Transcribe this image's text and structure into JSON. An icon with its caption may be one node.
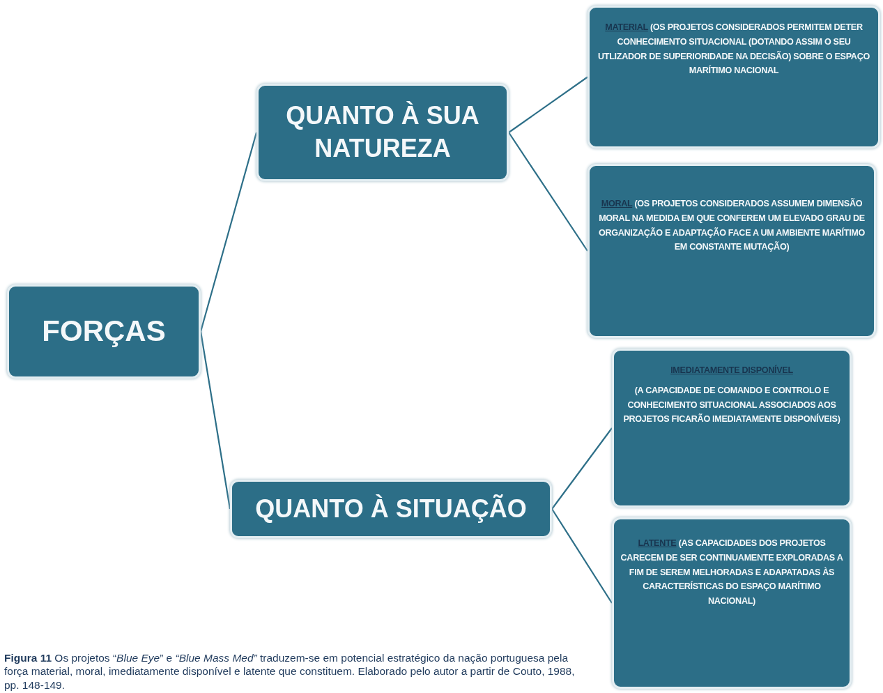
{
  "diagram": {
    "caption": "**Figura 11** Os projetos “*Blue Eye*” e *“Blue Mass Med”* traduzem-se em potencial estratégico da nação portuguesa pela força material, moral, imediatamente disponível e latente que constituem. Elaborado pelo autor a partir de Couto, 1988, pp. 148-149.",
    "nodes": [
      {
        "text": [
          "FORÇAS"
        ]
      },
      {
        "text": [
          "QUANTO À SUA NATUREZA"
        ]
      },
      {
        "text": [
          "QUANTO À SITUAÇÃO"
        ]
      },
      {
        "text": [
          "MATERIAL",
          "(OS PROJETOS CONSIDERADOS PERMITEM DETER CONHECIMENTO SITUACIONAL (DOTANDO ASSIM O SEU UTLIZADOR DE SUPERIORIDADE NA DECISÃO) SOBRE O ESPAÇO MARÍTIMO NACIONAL"
        ]
      },
      {
        "text": [
          "MORAL",
          "(OS PROJETOS CONSIDERADOS ASSUMEM DIMENSÃO MORAL NA MEDIDA EM QUE CONFEREM UM ELEVADO GRAU DE ORGANIZAÇÃO E ADAPTAÇÃO FACE A UM AMBIENTE MARÍTIMO EM CONSTANTE MUTAÇÃO)"
        ]
      },
      {
        "text": [
          "IMEDIATAMENTE DISPONÍVEL",
          "(A CAPACIDADE DE COMANDO E CONTROLO E CONHECIMENTO SITUACIONAL ASSOCIADOS AOS PROJETOS FICARÃO IMEDIATAMENTE DISPONÍVEIS)"
        ]
      },
      {
        "text": [
          "LATENTE",
          "(AS CAPACIDADES DOS PROJETOS CARECEM DE SER CONTINUAMENTE EXPLORADAS A FIM DE SEREM MELHORADAS E ADAPATADAS ÀS CARACTERÍSTICAS DO ESPAÇO MARÍTIMO NACIONAL)"
        ]
      }
    ],
    "edges": [
      {
        "from": 0,
        "to": 1,
        "arrow": "none"
      },
      {
        "from": 0,
        "to": 2,
        "arrow": "none"
      },
      {
        "from": 1,
        "to": 3,
        "arrow": "none"
      },
      {
        "from": 1,
        "to": 4,
        "arrow": "none"
      },
      {
        "from": 2,
        "to": 5,
        "arrow": "none"
      },
      {
        "from": 2,
        "to": 6,
        "arrow": "none"
      }
    ]
  }
}
